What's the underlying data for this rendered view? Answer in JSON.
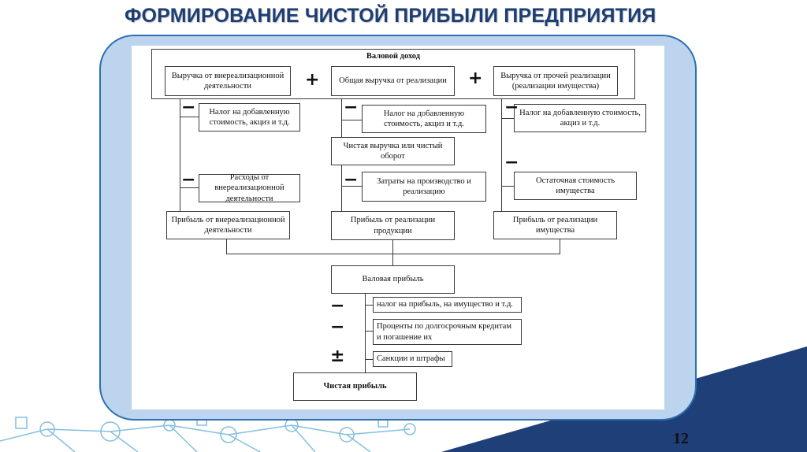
{
  "slide": {
    "title": "ФОРМИРОВАНИЕ ЧИСТОЙ ПРИБЫЛИ ПРЕДПРИЯТИЯ",
    "page_number": "12"
  },
  "colors": {
    "title": "#1d3e74",
    "frame_fill": "#bcd4ee",
    "frame_border": "#2d6fb0",
    "corner_band": "#1f3f78"
  },
  "diagram": {
    "gross_income": "Валовой доход",
    "nonop_revenue": "Выручка от внереализационной деятельности",
    "total_sales_revenue": "Общая выручка от реализации",
    "other_sales_revenue": "Выручка от прочей реализации (реализации имущества)",
    "vat_left": "Налог на добавленную стоимость, акциз и т.д.",
    "vat_middle": "Налог на добавленную стоимость, акциз и т.д.",
    "vat_right": "Налог на добавленную стоимость, акциз и т.д.",
    "net_revenue": "Чистая выручка или чистый оборот",
    "nonop_expenses": "Расходы от внереализационной деятельности",
    "production_costs": "Затраты на производство и реализацию",
    "residual_value": "Остаточная стоимость имущества",
    "nonop_profit": "Прибыль от внереализационной деятельности",
    "sales_profit": "Прибыль от реализации продукции",
    "property_profit": "Прибыль от реализации имущества",
    "gross_profit": "Валовая прибыль",
    "profit_tax": "налог на прибыль, на имущество и т.д.",
    "loan_interest": "Проценты по долгосрочным кредитам и погашение их",
    "sanctions": "Санкции и штрафы",
    "net_profit": "Чистая прибыль",
    "signs": {
      "plus": "+",
      "minus": "−",
      "plus_minus": "±"
    }
  }
}
